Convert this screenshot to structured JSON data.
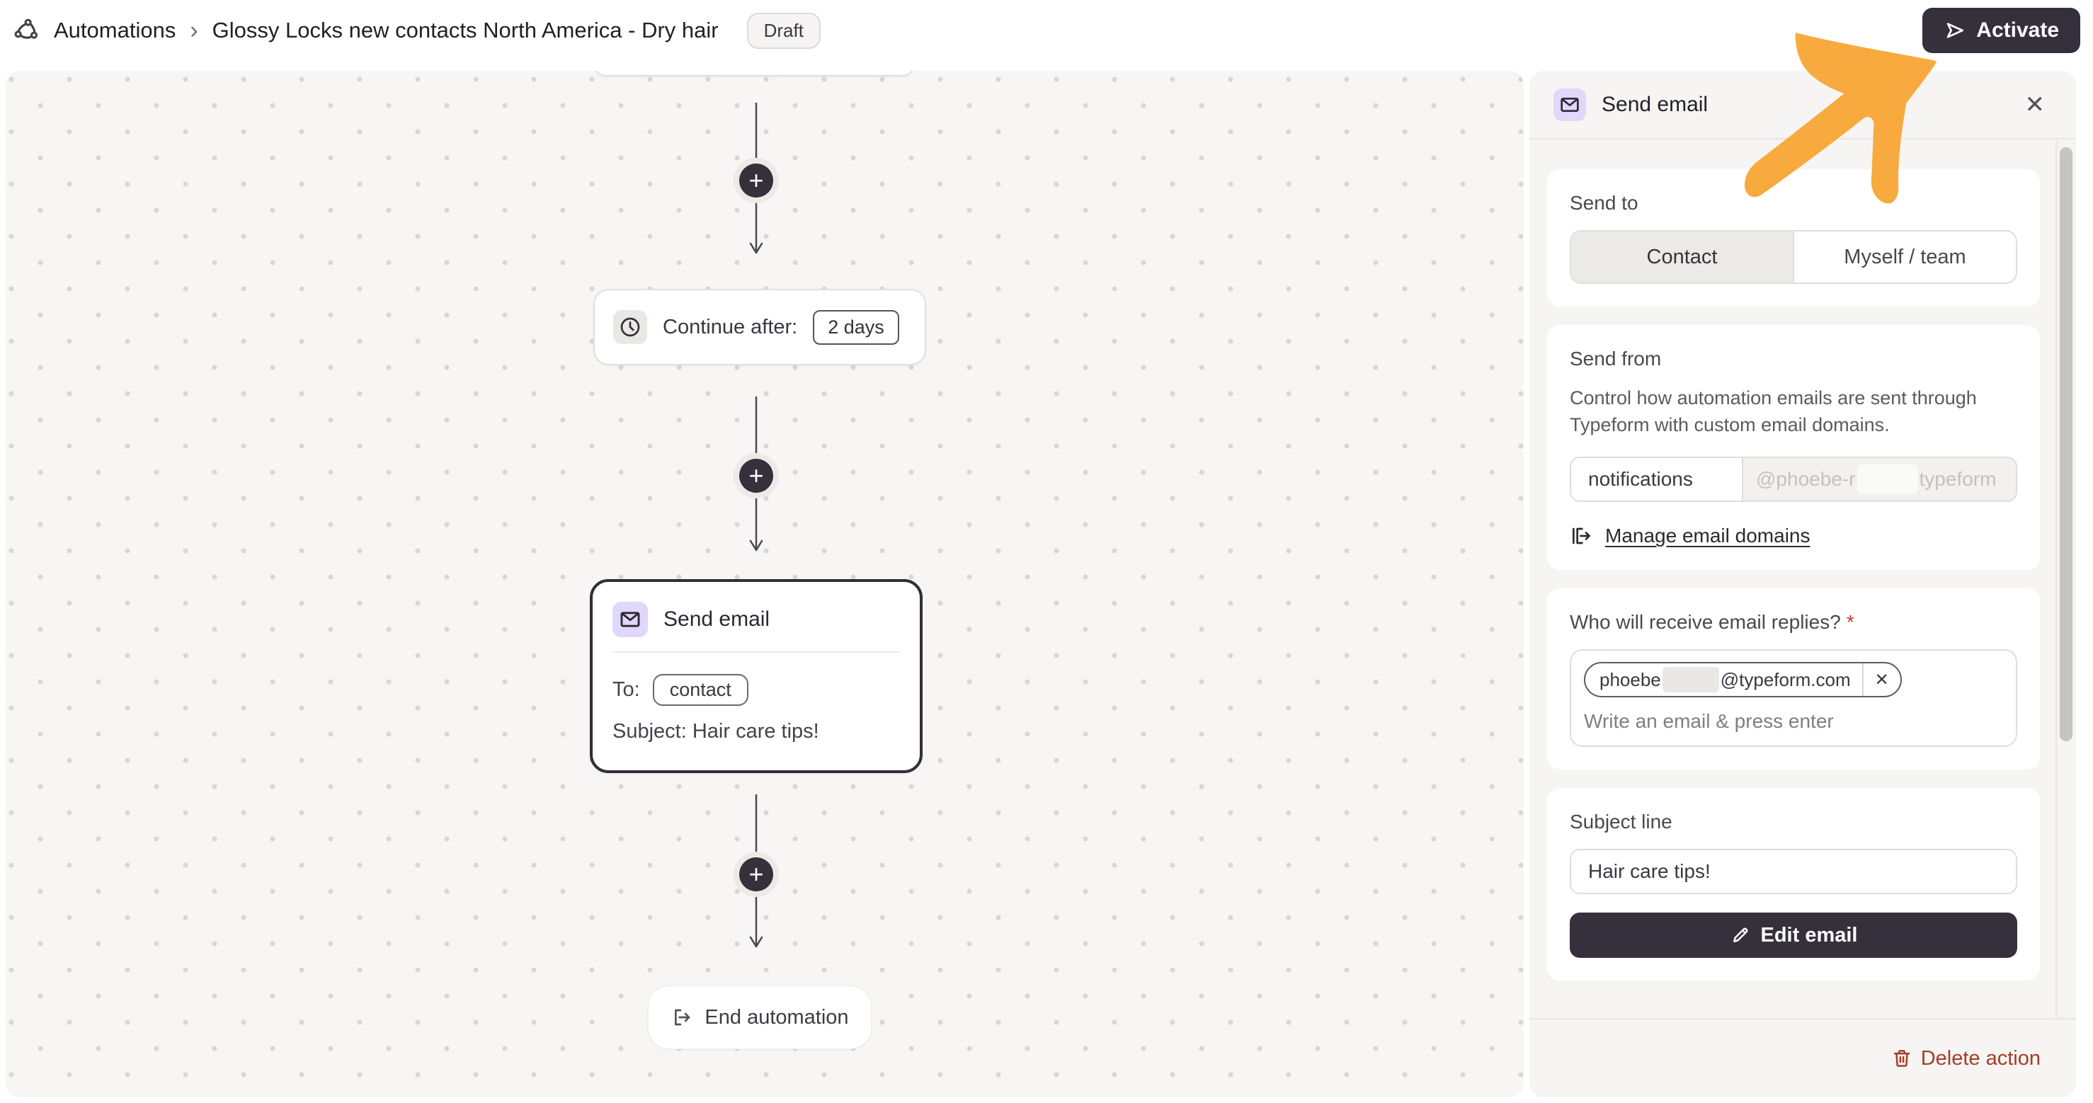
{
  "icons": {
    "plus": "+",
    "close": "✕",
    "remove": "✕",
    "breadcrumb_chevron": "›"
  },
  "header": {
    "breadcrumb": {
      "section": "Automations",
      "title": "Glossy Locks new contacts North America - Dry hair"
    },
    "status_badge": "Draft",
    "activate_label": "Activate"
  },
  "canvas": {
    "delay_node": {
      "label": "Continue after:",
      "value": "2 days"
    },
    "email_node": {
      "title": "Send email",
      "to_label": "To:",
      "to_value": "contact",
      "subject_line": "Subject: Hair care tips!"
    },
    "end_node": {
      "label": "End automation"
    }
  },
  "panel": {
    "title": "Send email",
    "send_to": {
      "label": "Send to",
      "options": [
        "Contact",
        "Myself / team"
      ],
      "selected": "Contact"
    },
    "send_from": {
      "label": "Send from",
      "description": "Control how automation emails are sent through Typeform with custom email domains.",
      "username": "notifications",
      "domain_prefix": "@phoebe-r",
      "domain_suffix": "typeform",
      "manage_link": "Manage email domains"
    },
    "replies": {
      "label": "Who will receive email replies?",
      "required_mark": "*",
      "chip_local": "phoebe",
      "chip_domain": "@typeform.com",
      "placeholder": "Write an email & press enter"
    },
    "subject": {
      "label": "Subject line",
      "value": "Hair care tips!",
      "edit_button": "Edit email"
    },
    "delete_label": "Delete action"
  }
}
